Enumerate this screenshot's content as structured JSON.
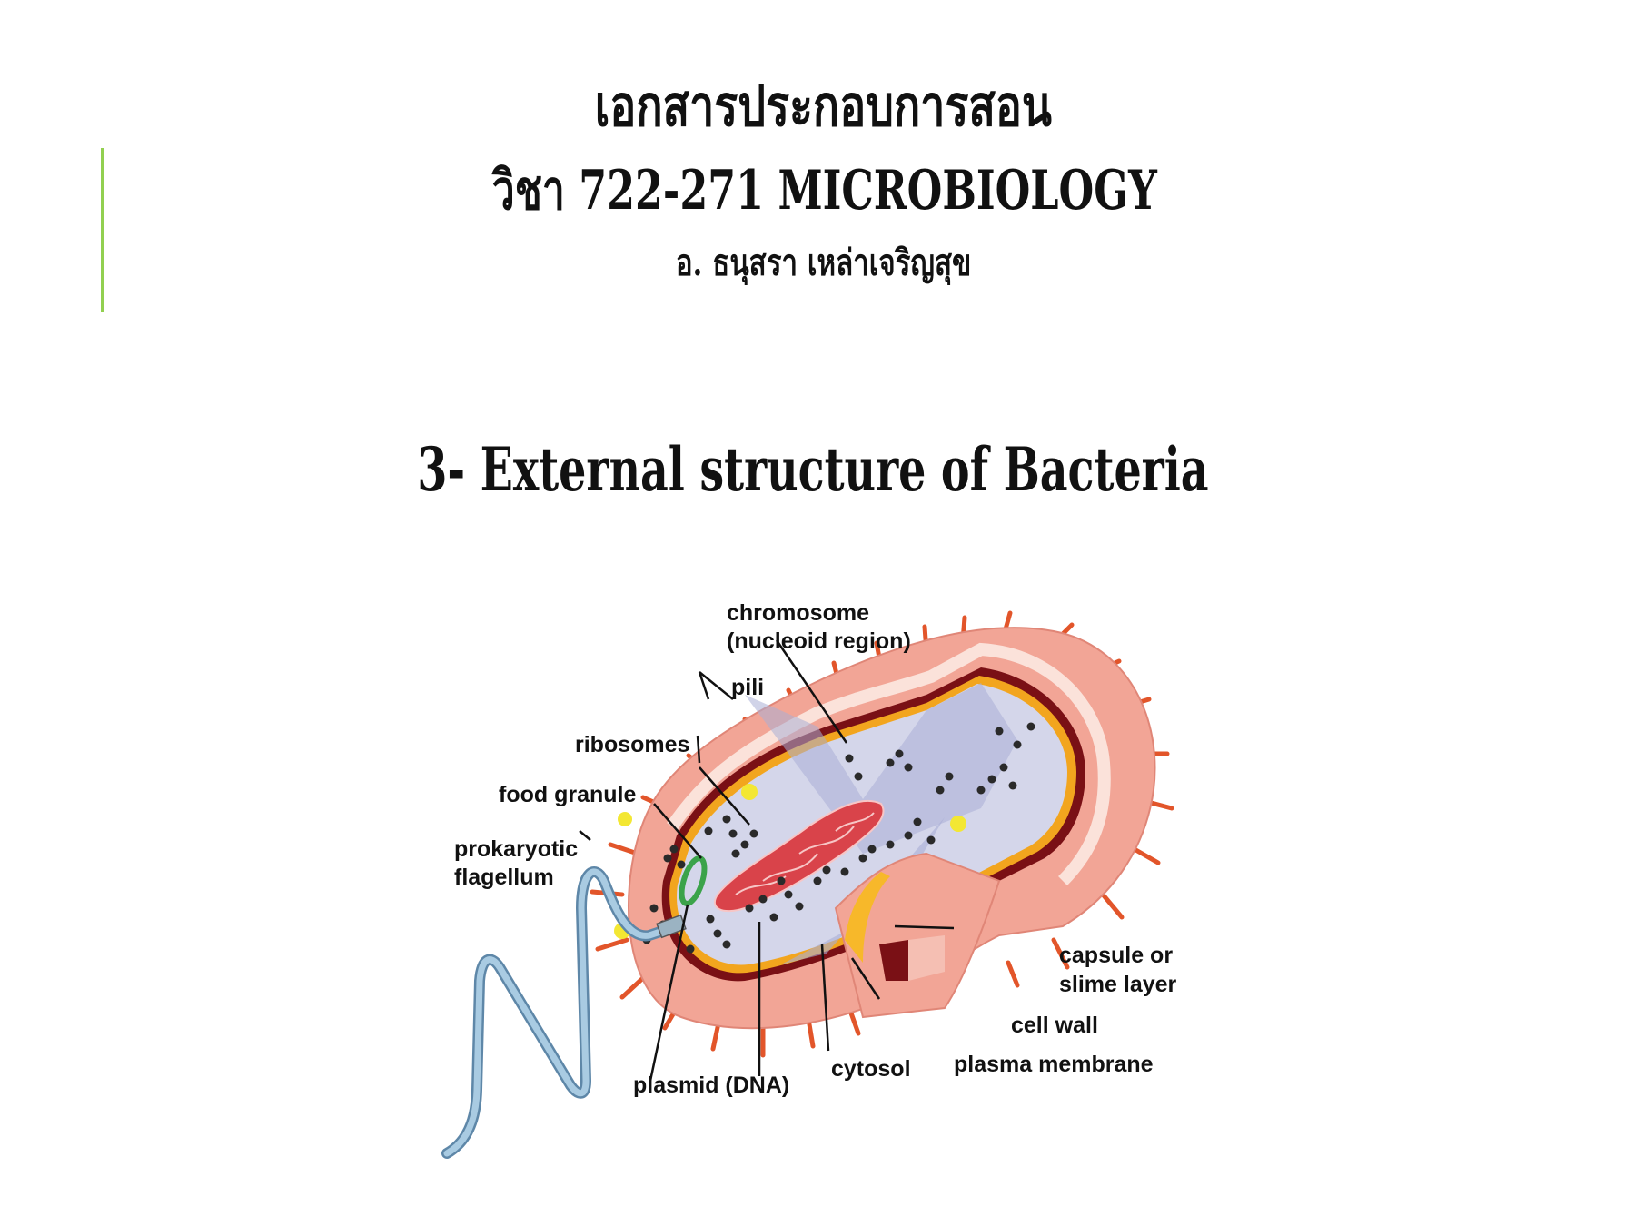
{
  "slide": {
    "accent_color": "#92D050",
    "title_line1": "เอกสารประกอบการสอน",
    "title_line2": "วิชา 722-271 MICROBIOLOGY",
    "instructor": "อ. ธนุสรา เหล่าเจริญสุข",
    "subtitle": "3- External structure of Bacteria"
  },
  "diagram": {
    "labels": {
      "chromosome_line1": "chromosome",
      "chromosome_line2": "(nucleoid region)",
      "pili": "pili",
      "ribosomes": "ribosomes",
      "food_granule": "food granule",
      "flagellum_line1": "prokaryotic",
      "flagellum_line2": "flagellum",
      "plasmid": "plasmid (DNA)",
      "cytosol": "cytosol",
      "plasma_membrane": "plasma membrane",
      "cell_wall": "cell wall",
      "capsule_line1": "capsule or",
      "capsule_line2": "slime layer"
    },
    "colors": {
      "capsule": "#F2A596",
      "capsule_edge": "#E08677",
      "pili": "#E2552A",
      "cell_wall": "#7A1015",
      "plasma_membrane": "#F2A51E",
      "cytosol": "#D4D6EA",
      "cytosol_shade": "#A9AED6",
      "chromosome": "#D9434A",
      "plasmid": "#3BA34A",
      "food_granule": "#F3E733",
      "ribosome": "#2A2A2A",
      "flagellum": "#8FB4CF"
    }
  }
}
